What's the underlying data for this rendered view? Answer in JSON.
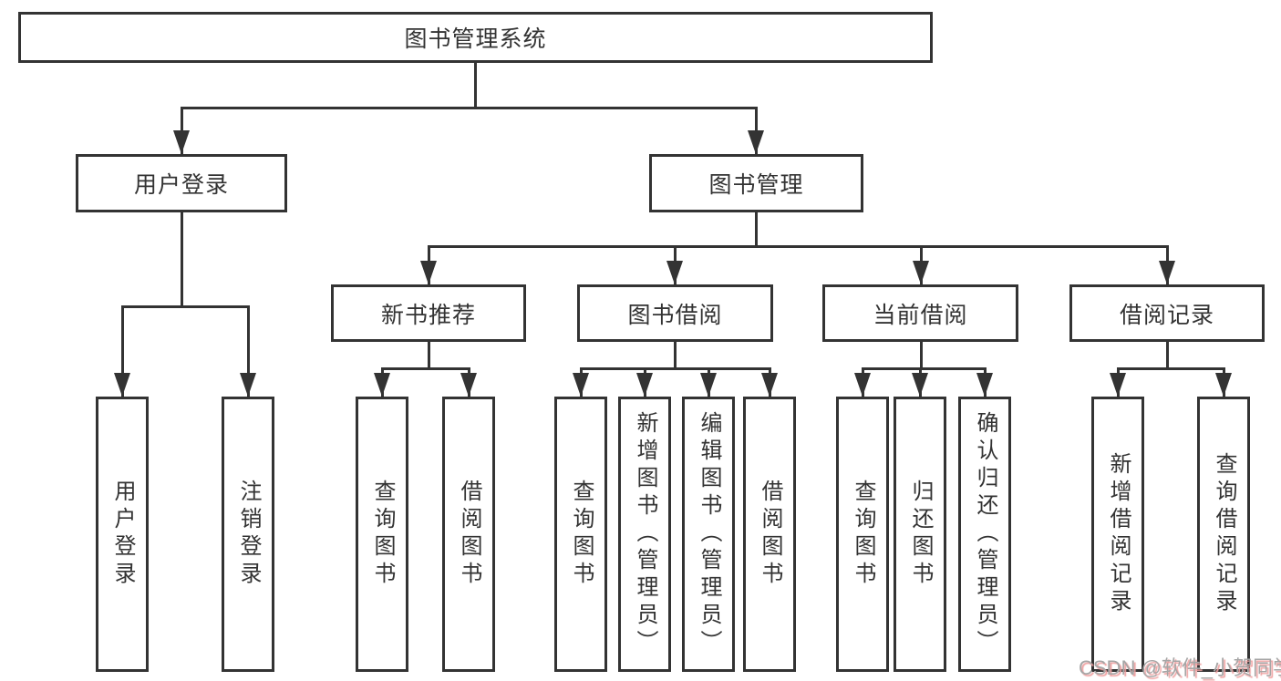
{
  "diagram_type": "hierarchy",
  "tree": {
    "label": "图书管理系统",
    "children": [
      {
        "label": "用户登录",
        "children": [
          {
            "label": "用户登录"
          },
          {
            "label": "注销登录"
          }
        ]
      },
      {
        "label": "图书管理",
        "children": [
          {
            "label": "新书推荐",
            "children": [
              {
                "label": "查询图书"
              },
              {
                "label": "借阅图书"
              }
            ]
          },
          {
            "label": "图书借阅",
            "children": [
              {
                "label": "查询图书"
              },
              {
                "label": "新增图书（管理员）"
              },
              {
                "label": "编辑图书（管理员）"
              },
              {
                "label": "借阅图书"
              }
            ]
          },
          {
            "label": "当前借阅",
            "children": [
              {
                "label": "查询图书"
              },
              {
                "label": "归还图书"
              },
              {
                "label": "确认归还（管理员）"
              }
            ]
          },
          {
            "label": "借阅记录",
            "children": [
              {
                "label": "新增借阅记录"
              },
              {
                "label": "查询借阅记录"
              }
            ]
          }
        ]
      }
    ]
  },
  "watermark": {
    "text": "CSDN @软件_小贺同学"
  },
  "colors": {
    "line": "#333333",
    "box_background": "#ffffff",
    "text": "#333333",
    "watermark_text": "#a6a6a6",
    "watermark_shadow": "#efa0a0"
  }
}
